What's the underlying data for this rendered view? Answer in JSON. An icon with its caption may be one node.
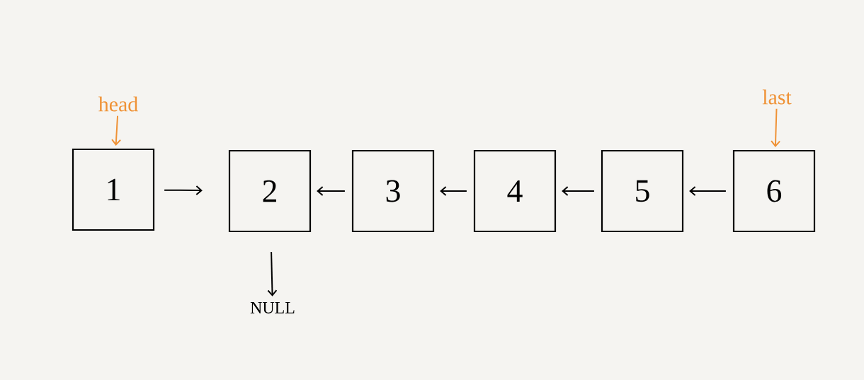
{
  "diagram": {
    "nodes": [
      {
        "text": [
          "1"
        ]
      },
      {
        "text": [
          "2"
        ]
      },
      {
        "text": [
          "3"
        ]
      },
      {
        "text": [
          "4"
        ]
      },
      {
        "text": [
          "5"
        ]
      },
      {
        "text": [
          "6"
        ]
      },
      {
        "text": [
          "head"
        ]
      },
      {
        "text": [
          "last"
        ]
      },
      {
        "text": [
          "NULL"
        ]
      }
    ],
    "edges": [
      {
        "from": 0,
        "to": 1,
        "arrow": "to"
      },
      {
        "from": 2,
        "to": 1,
        "arrow": "to"
      },
      {
        "from": 3,
        "to": 2,
        "arrow": "to"
      },
      {
        "from": 4,
        "to": 3,
        "arrow": "to"
      },
      {
        "from": 5,
        "to": 4,
        "arrow": "to"
      },
      {
        "from": 1,
        "to": 8,
        "arrow": "to"
      },
      {
        "from": 6,
        "to": 0,
        "arrow": "to",
        "color": "#ef9236"
      },
      {
        "from": 7,
        "to": 5,
        "arrow": "to",
        "color": "#ef9236"
      }
    ]
  }
}
